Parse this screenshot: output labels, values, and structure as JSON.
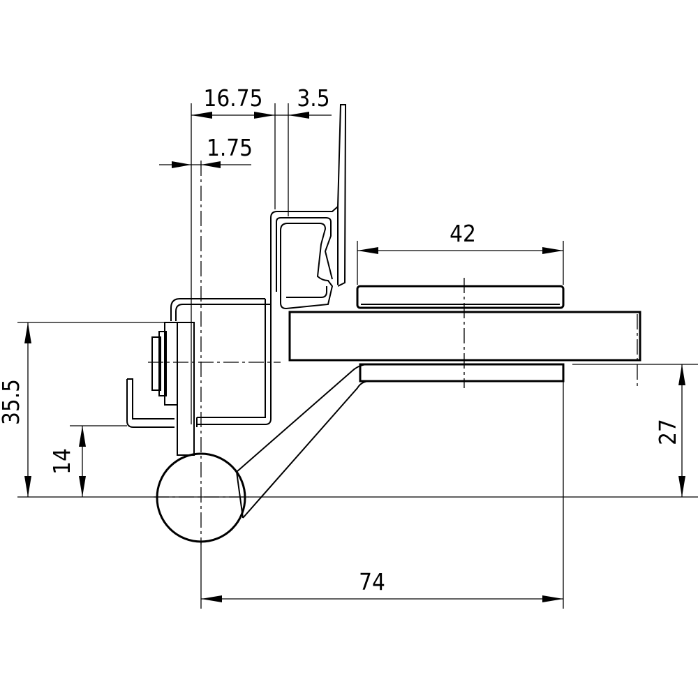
{
  "drawing": {
    "dimensions": {
      "d_16_75": "16.75",
      "d_3_5": "3.5",
      "d_1_75": "1.75",
      "d_42": "42",
      "d_35_5": "35.5",
      "d_14": "14",
      "d_27": "27",
      "d_74": "74"
    },
    "colors": {
      "line": "#000000",
      "background": "#ffffff"
    }
  }
}
